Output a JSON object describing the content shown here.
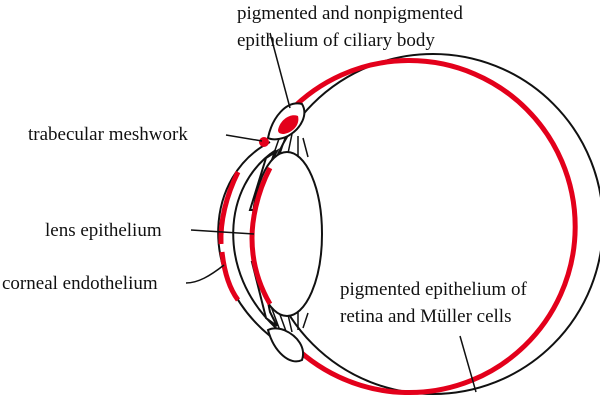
{
  "colors": {
    "outline": "#111111",
    "highlight": "#e3001b",
    "background": "#ffffff"
  },
  "labels": {
    "ciliary_line1": "pigmented and nonpigmented",
    "ciliary_line2": "epithelium of ciliary body",
    "trabecular": "trabecular meshwork",
    "lens_epithelium": "lens epithelium",
    "corneal": "corneal endothelium",
    "retina_line1": "pigmented epithelium of",
    "retina_line2": "retina and Müller cells"
  }
}
